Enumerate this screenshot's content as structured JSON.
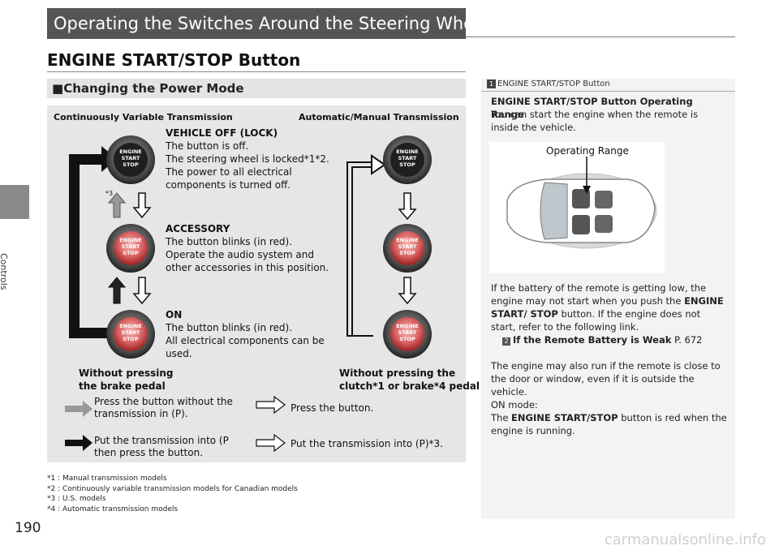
{
  "side_tab": {
    "label": "Controls"
  },
  "page_number": "190",
  "header": {
    "title": "Operating the Switches Around the Steering Wheel"
  },
  "section": {
    "title": "ENGINE START/STOP Button"
  },
  "subsection": {
    "bullet": "■",
    "title": "Changing the Power Mode"
  },
  "diagram": {
    "col_left": "Continuously Variable Transmission",
    "col_right": "Automatic/Manual Transmission",
    "button_text": [
      "ENGINE",
      "START",
      "STOP"
    ],
    "star3_label": "*3",
    "states": [
      {
        "title": "VEHICLE OFF (LOCK)",
        "lines": [
          "The button is off.",
          "The steering wheel is locked*1*2.",
          "The power to all electrical",
          "components is turned off."
        ]
      },
      {
        "title": "ACCESSORY",
        "lines": [
          "The button blinks (in red).",
          "Operate the audio system and",
          "other accessories in this position."
        ]
      },
      {
        "title": "ON",
        "lines": [
          "The button blinks (in red).",
          "All electrical components can be",
          "used."
        ]
      }
    ],
    "without_left": [
      "Without pressing",
      "the brake pedal"
    ],
    "without_right": [
      "Without pressing the",
      "clutch*1 or brake*4 pedal"
    ],
    "legend": {
      "press_without": [
        "Press the button without the",
        "transmission in (P)."
      ],
      "press": "Press the button.",
      "put_then_press": [
        "Put the transmission into (P",
        "then press the button."
      ],
      "put": "Put the transmission into (P)*3."
    }
  },
  "footnotes": [
    "*1 : Manual transmission models",
    "*2 : Continuously variable transmission models for Canadian models",
    "*3 : U.S. models",
    "*4 : Automatic transmission models"
  ],
  "note": {
    "head_icon": "1",
    "head": "ENGINE START/STOP Button",
    "subtitle": "ENGINE START/STOP Button Operating Range",
    "intro": "You can start the engine when the remote is inside the vehicle.",
    "figure_label": "Operating Range",
    "battery_pre": "If the battery of the remote is getting low, the engine may not start when you push the ",
    "battery_bold": "ENGINE START/ STOP",
    "battery_post": " button. If the engine does not start, refer to the following link.",
    "link_icon": "2",
    "link_text": "If the Remote Battery is Weak",
    "link_page": "P. 672",
    "close_text": "The engine may also run if the remote is close to the door or window, even if it is outside the vehicle.",
    "on_mode_label": "ON mode:",
    "on_mode_pre": "The ",
    "on_mode_bold": "ENGINE START/STOP",
    "on_mode_post": " button is red when the engine is running."
  },
  "watermark": "carmanualsonline.info"
}
